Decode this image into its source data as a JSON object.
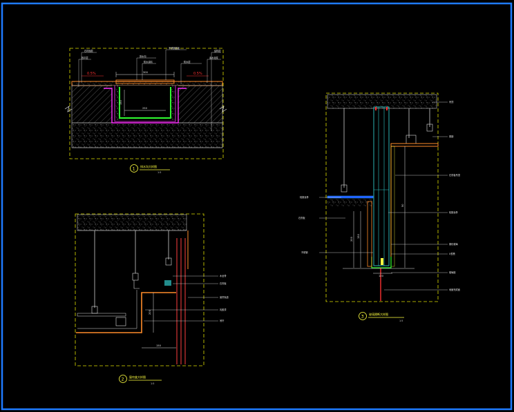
{
  "colors": {
    "background": "#000000",
    "frame": "#1e7bff",
    "sheet_border": "#e0e000",
    "concrete": "#9a9a9a",
    "finish": "#ff8c2a",
    "waterproof": "#ff30ff",
    "drain": "#30ff30",
    "glass": "#30c8c8",
    "accent_red": "#ff3030",
    "label": "#e8e8e8",
    "title": "#ffff40"
  },
  "details": {
    "d1": {
      "number": "1",
      "title": "排水沟大样图",
      "scale": "1:5",
      "labels": {
        "l1": "石材面层",
        "l2": "找平层",
        "l3": "不锈钢盖板",
        "l4": "排水沟",
        "l5": "防水层",
        "l6": "结构层",
        "l7": "素水泥浆",
        "l8": "防水涂料"
      },
      "slope_left": "0.5%",
      "slope_right": "0.5%",
      "dim_top": "300",
      "dim_bottom": "250",
      "dim_side": "150"
    },
    "d2": {
      "number": "2",
      "title": "窗帘盒大样图",
      "scale": "1:5",
      "labels": {
        "l1": "木龙骨",
        "l2": "石膏板",
        "l3": "窗帘轨道",
        "l4": "乳胶漆",
        "l5": "吊杆"
      },
      "dim_v": "200",
      "dim_h": "150"
    },
    "d3": {
      "number": "3",
      "title": "玻璃隔断大样图",
      "scale": "1:5",
      "labels": {
        "l_top1": "吊顶",
        "l_top2": "角钢",
        "l_r1": "石膏板吊顶",
        "l_r2": "轻钢龙骨",
        "l_r3": "钢化玻璃",
        "l_r4": "U型槽",
        "l_r5": "玻璃胶",
        "l_r6": "地面完成面",
        "l_l1": "轻钢龙骨",
        "l_l2": "石膏板",
        "l_l3": "不锈钢"
      },
      "dim_v1": "200",
      "dim_v2": "150",
      "dim_v3": "50",
      "dim_bottom": "120"
    }
  }
}
